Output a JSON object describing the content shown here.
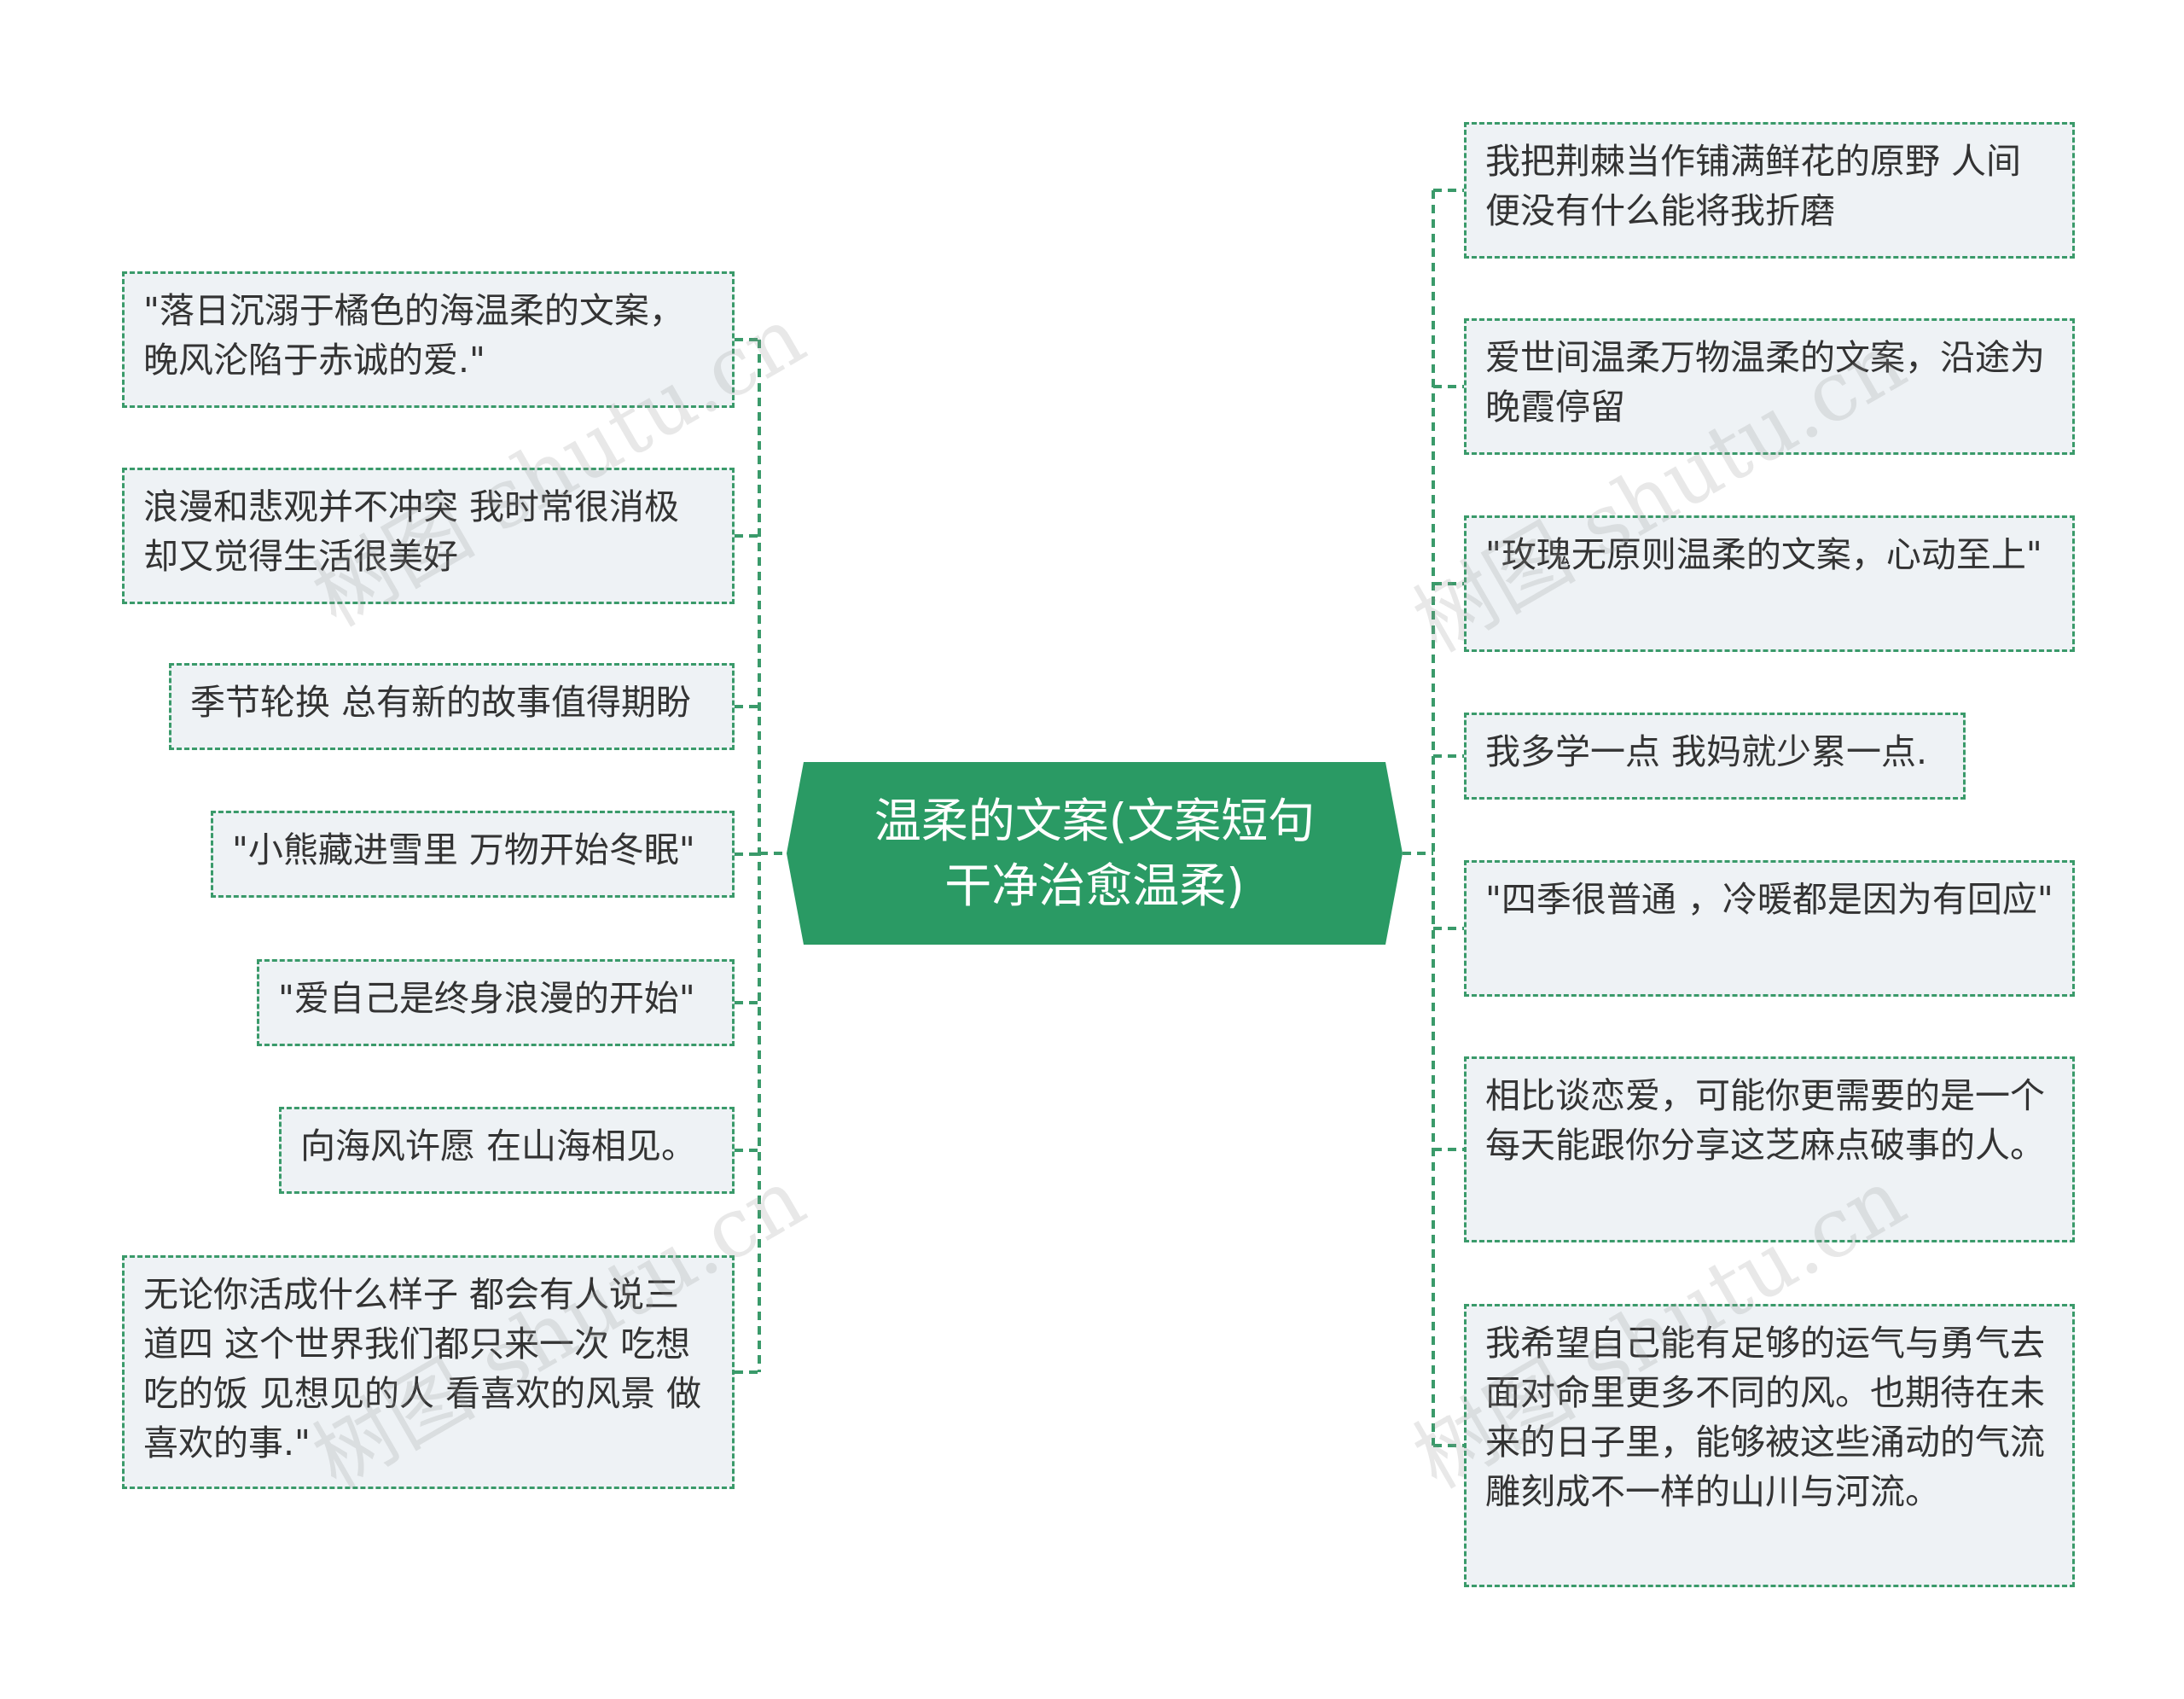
{
  "center": {
    "title": "温柔的文案(文案短句干净治愈温柔)"
  },
  "left_nodes": [
    "\"落日沉溺于橘色的海温柔的文案，晚风沦陷于赤诚的爱.\"",
    "浪漫和悲观并不冲突 我时常很消极却又觉得生活很美好",
    "季节轮换 总有新的故事值得期盼",
    "\"小熊藏进雪里 万物开始冬眠\"",
    "\"爱自己是终身浪漫的开始\"",
    "向海风许愿 在山海相见。",
    "无论你活成什么样子 都会有人说三道四 这个世界我们都只来一次 吃想吃的饭 见想见的人 看喜欢的风景 做喜欢的事.\""
  ],
  "right_nodes": [
    "我把荆棘当作铺满鲜花的原野 人间便没有什么能将我折磨",
    "爱世间温柔万物温柔的文案，沿途为晚霞停留",
    "\"玫瑰无原则温柔的文案，心动至上\"",
    "我多学一点 我妈就少累一点.",
    "\"四季很普通 ，冷暖都是因为有回应\"",
    "相比谈恋爱，可能你更需要的是一个每天能跟你分享这芝麻点破事的人。",
    "我希望自己能有足够的运气与勇气去面对命里更多不同的风。也期待在未来的日子里，能够被这些涌动的气流雕刻成不一样的山川与河流。"
  ],
  "watermark": "树图 shutu.cn",
  "colors": {
    "accent": "#2a9a64",
    "border": "#3a9a6a",
    "node_bg": "#eef2f5"
  }
}
